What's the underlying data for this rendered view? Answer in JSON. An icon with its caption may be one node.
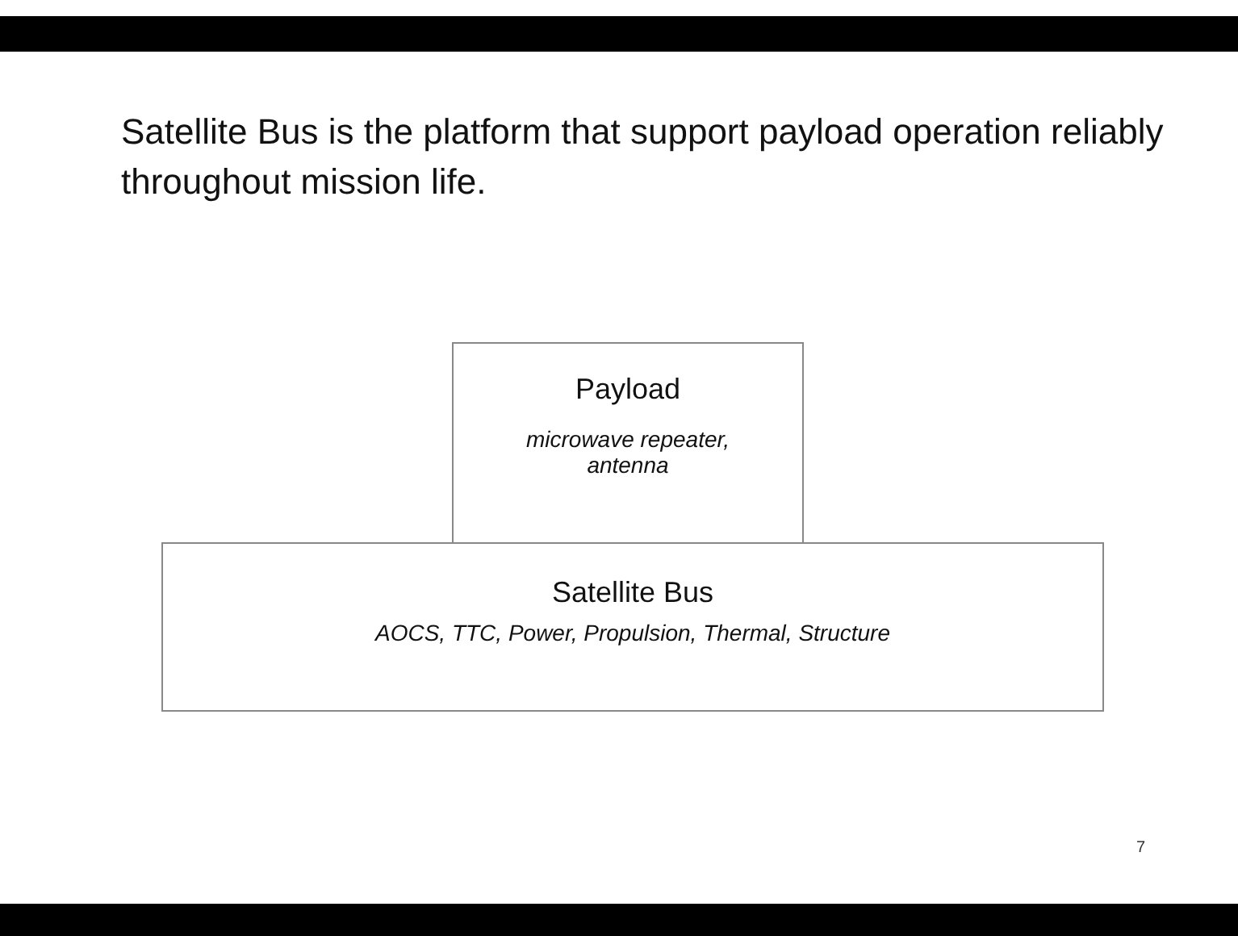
{
  "diagram": {
    "title": "Satellite Bus is the platform that support payload operation reliably throughout mission life.",
    "nodes": [
      {
        "text": [
          "Payload",
          "microwave repeater, antenna"
        ]
      },
      {
        "text": [
          "Satellite Bus",
          "AOCS, TTC, Power, Propulsion, Thermal, Structure"
        ]
      }
    ],
    "labels": [
      "7"
    ]
  }
}
